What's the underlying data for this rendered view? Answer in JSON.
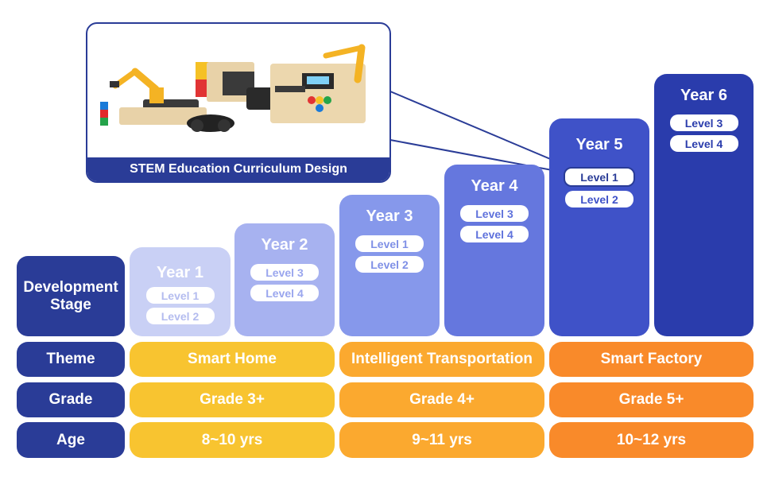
{
  "callout": {
    "caption": "STEM Education Curriculum Design",
    "image_alt": "robot kits"
  },
  "row_labels": {
    "stage": "Development Stage",
    "theme": "Theme",
    "grade": "Grade",
    "age": "Age"
  },
  "years": [
    {
      "title": "Year 1",
      "levels": [
        "Level 1",
        "Level 2"
      ]
    },
    {
      "title": "Year 2",
      "levels": [
        "Level 3",
        "Level 4"
      ]
    },
    {
      "title": "Year 3",
      "levels": [
        "Level 1",
        "Level 2"
      ]
    },
    {
      "title": "Year 4",
      "levels": [
        "Level 3",
        "Level 4"
      ]
    },
    {
      "title": "Year 5",
      "levels": [
        "Level 1",
        "Level 2"
      ]
    },
    {
      "title": "Year 6",
      "levels": [
        "Level 3",
        "Level 4"
      ]
    }
  ],
  "themes": [
    "Smart Home",
    "Intelligent Transportation",
    "Smart Factory"
  ],
  "grades": [
    "Grade 3+",
    "Grade 4+",
    "Grade 5+"
  ],
  "ages": [
    "8~10 yrs",
    "9~11 yrs",
    "10~12 yrs"
  ],
  "colors": {
    "navy": "#2a3c97",
    "year1": "#c9d0f5",
    "year2": "#a7b2f0",
    "year3": "#8698eb",
    "year4": "#6577de",
    "year5": "#3f52c8",
    "year6": "#2a3cac",
    "theme_yellow": "#f8c430",
    "theme_orange_light": "#fba92f",
    "theme_orange": "#f98a2a"
  }
}
